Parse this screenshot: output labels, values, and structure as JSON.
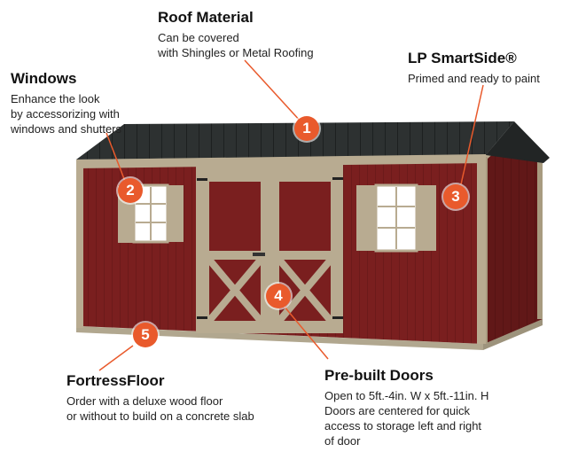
{
  "callouts": {
    "roof": {
      "number": "1",
      "title": "Roof Material",
      "text": "Can be covered\nwith Shingles or Metal Roofing"
    },
    "windows": {
      "number": "2",
      "title": "Windows",
      "text": "Enhance the look\nby accessorizing with\nwindows and shutters"
    },
    "lp": {
      "number": "3",
      "title": "LP SmartSide®",
      "text": "Primed and ready to paint"
    },
    "doors": {
      "number": "4",
      "title": "Pre-built Doors",
      "text": "Open to 5ft.-4in. W x 5ft.-11in. H\nDoors are centered for quick\naccess to storage left and right\nof door"
    },
    "floor": {
      "number": "5",
      "title": "FortressFloor",
      "text": "Order with a deluxe wood floor\nor without to build on a concrete slab"
    }
  },
  "colors": {
    "siding": "#7a1f1f",
    "trim": "#b8ab91",
    "roof": "#2b2e2e",
    "badge": "#e95a2c",
    "leader": "#e95a2c"
  }
}
